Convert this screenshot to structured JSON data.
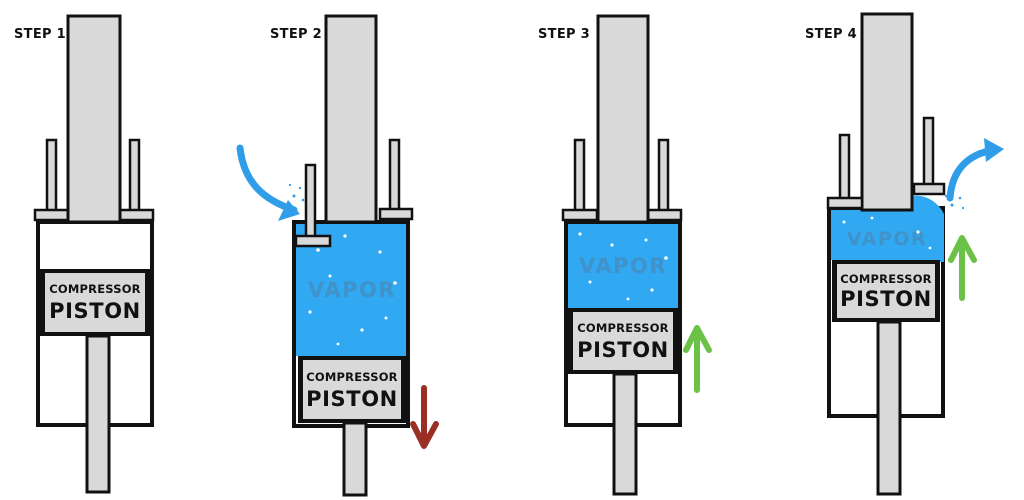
{
  "colors": {
    "outline": "#111111",
    "metal": "#d9d9d9",
    "vapor": "#30a9f2",
    "vapor_text": "#4f7fa8",
    "arrow_in": "#2f9de8",
    "arrow_out": "#2f9de8",
    "arrow_down": "#9a2f26",
    "arrow_up": "#6cc247"
  },
  "steps": [
    {
      "label": "STEP 1",
      "piston_line1": "COMPRESSOR",
      "piston_line2": "PISTON"
    },
    {
      "label": "STEP 2",
      "piston_line1": "COMPRESSOR",
      "piston_line2": "PISTON",
      "chamber_label": "VAPOR"
    },
    {
      "label": "STEP 3",
      "piston_line1": "COMPRESSOR",
      "piston_line2": "PISTON",
      "chamber_label": "VAPOR"
    },
    {
      "label": "STEP 4",
      "piston_line1": "COMPRESSOR",
      "piston_line2": "PISTON",
      "chamber_label": "VAPOR"
    }
  ],
  "arrows": [
    {
      "step": 2,
      "type": "vapor-inflow-arrow"
    },
    {
      "step": 2,
      "type": "piston-down-arrow"
    },
    {
      "step": 3,
      "type": "piston-up-arrow"
    },
    {
      "step": 4,
      "type": "piston-up-arrow"
    },
    {
      "step": 4,
      "type": "vapor-outflow-arrow"
    }
  ]
}
